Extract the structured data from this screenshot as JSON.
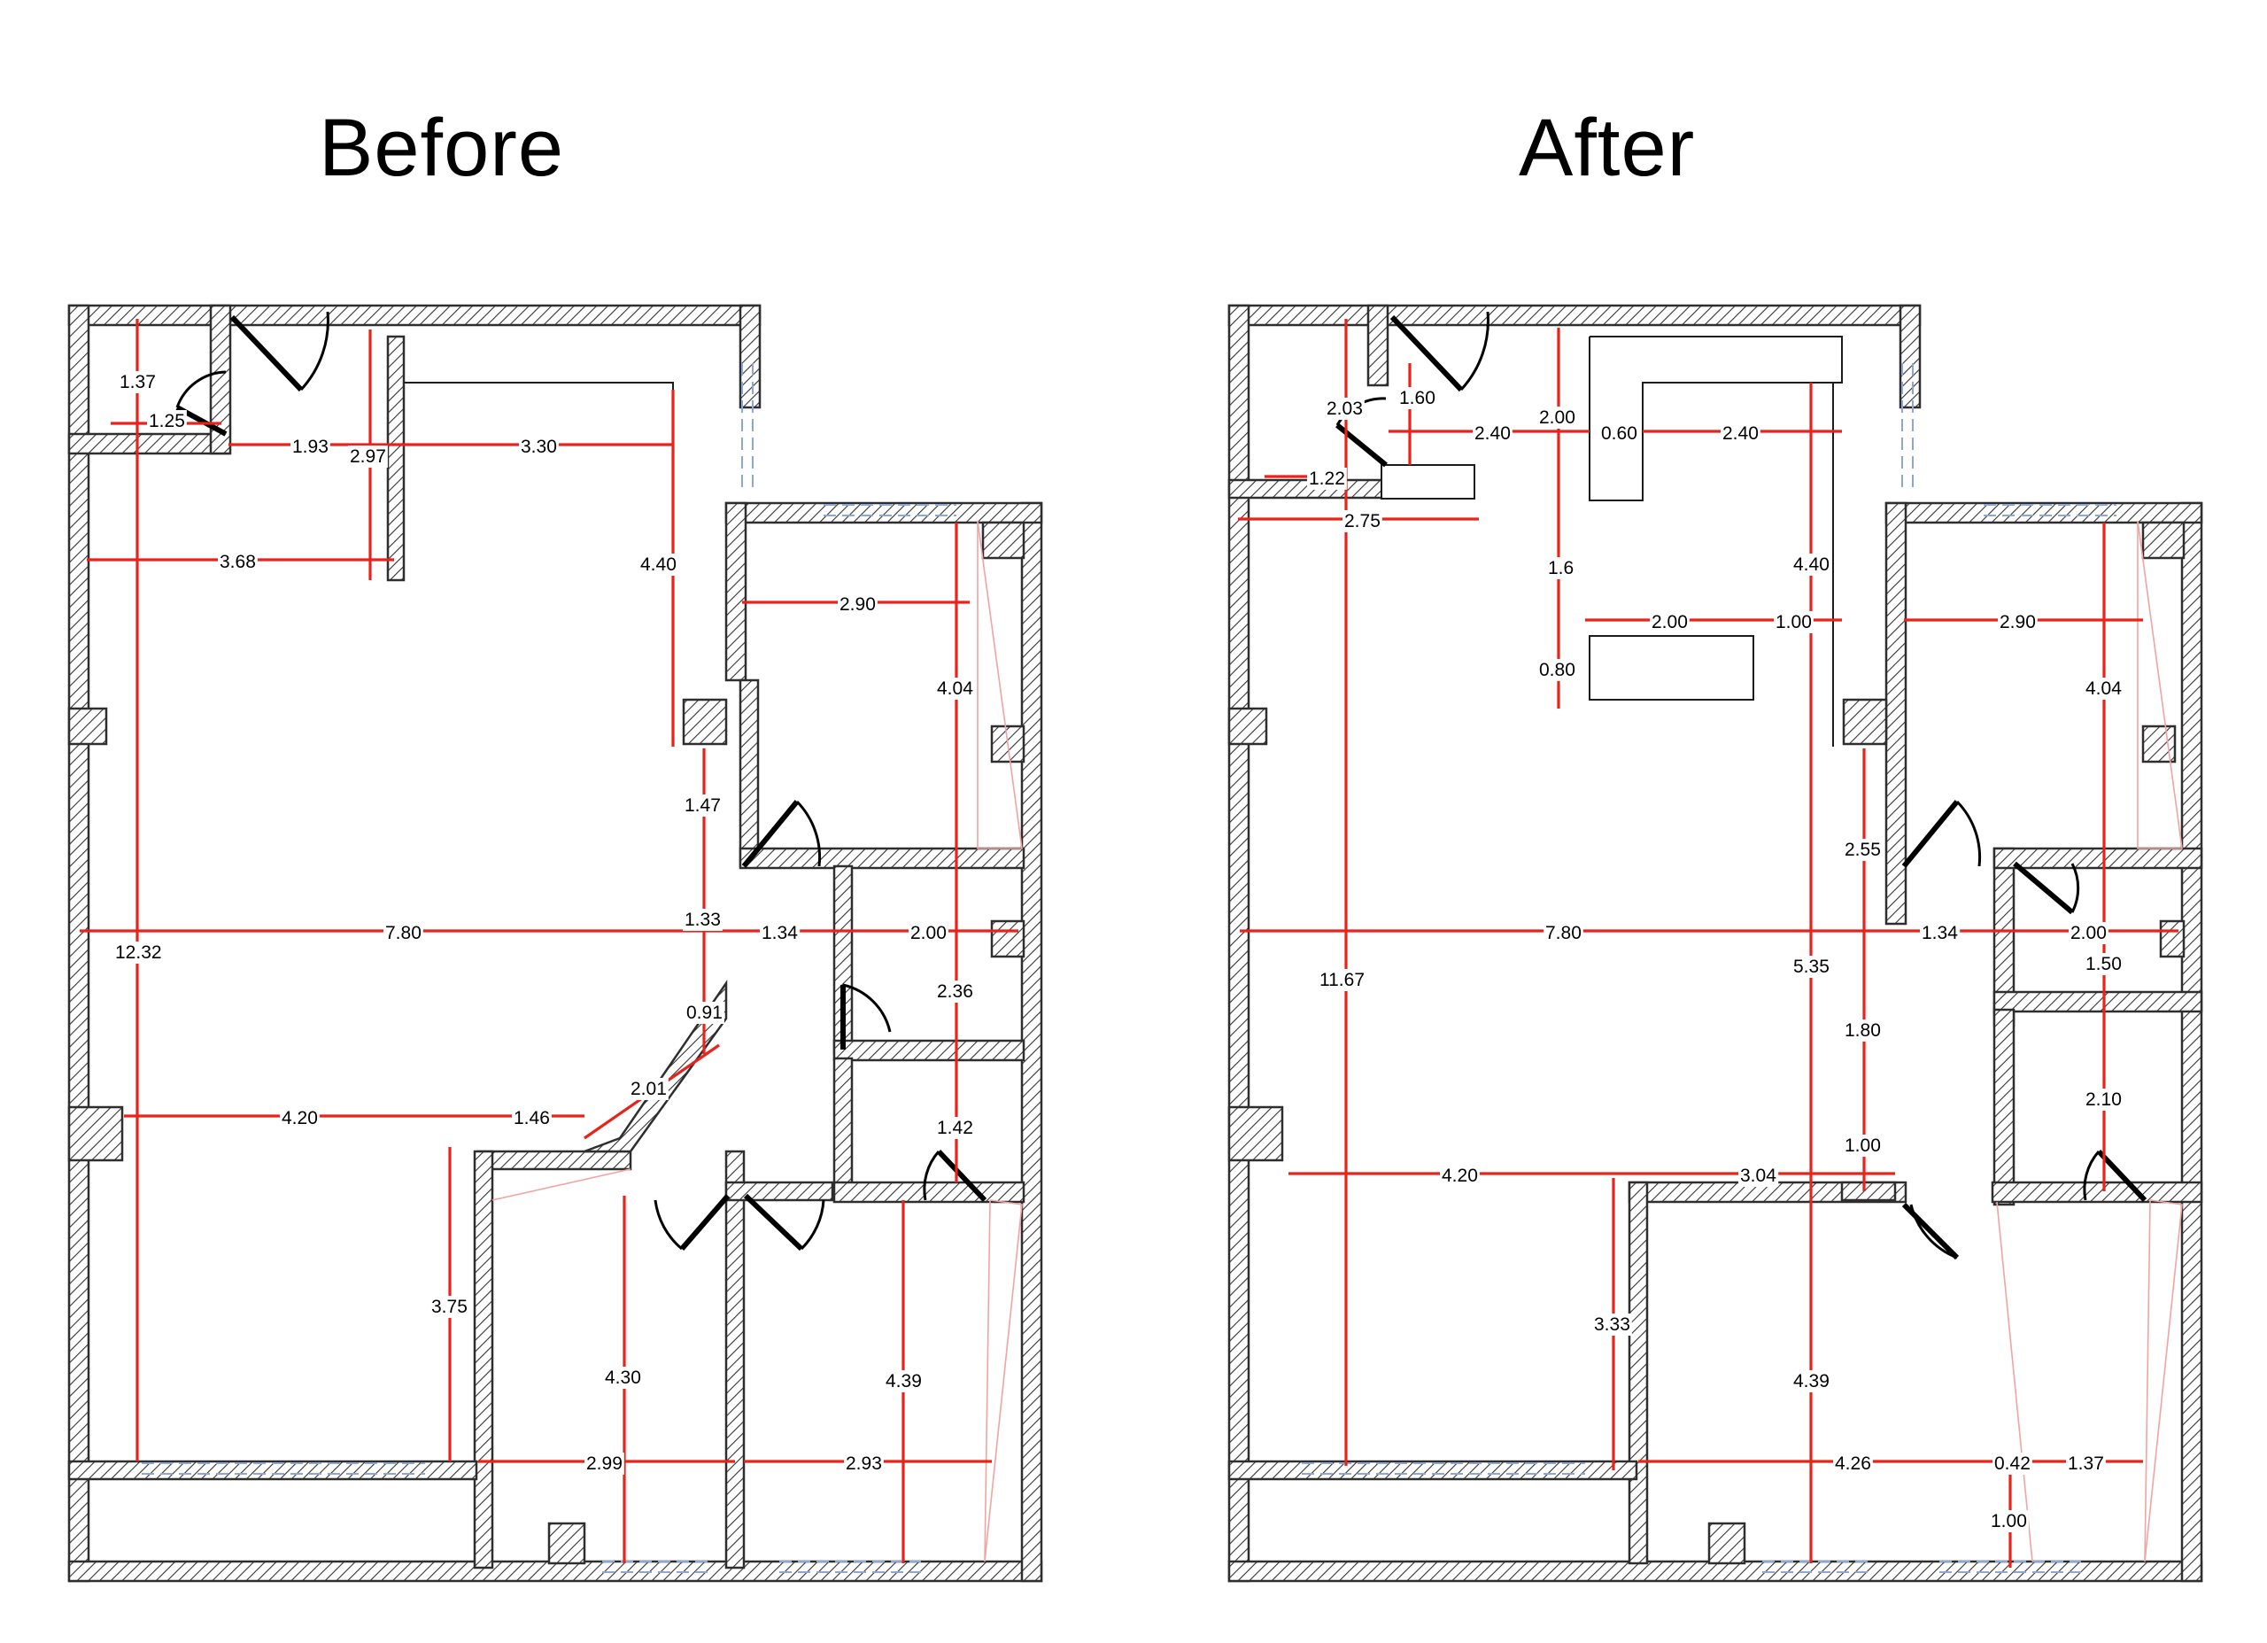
{
  "titles": {
    "before": "Before",
    "after": "After"
  },
  "before": {
    "dims": [
      "1.37",
      "1.25",
      "1.93",
      "2.97",
      "3.30",
      "3.68",
      "4.40",
      "2.90",
      "4.04",
      "1.47",
      "12.32",
      "7.80",
      "1.33",
      "1.34",
      "2.00",
      "2.36",
      "0.91",
      "2.01",
      "4.20",
      "1.46",
      "1.42",
      "3.75",
      "4.30",
      "4.39",
      "2.99",
      "2.93"
    ]
  },
  "after": {
    "dims": [
      "2.03",
      "1.60",
      "2.40",
      "2.00",
      "0.60",
      "2.40",
      "1.22",
      "2.75",
      "4.40",
      "1.6",
      "2.00",
      "1.00",
      "2.90",
      "4.04",
      "0.80",
      "2.55",
      "11.67",
      "7.80",
      "1.34",
      "2.00",
      "1.50",
      "5.35",
      "1.80",
      "2.10",
      "1.00",
      "4.20",
      "3.04",
      "3.33",
      "4.39",
      "4.26",
      "0.42",
      "1.37",
      "1.00"
    ]
  }
}
